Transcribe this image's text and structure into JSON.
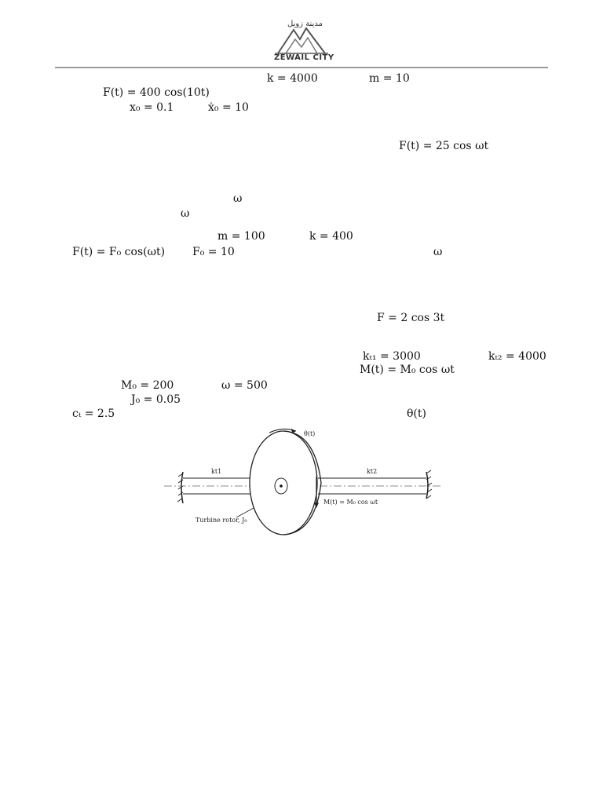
{
  "header": {
    "logo_arabic": "مدينة زويل",
    "logo_text": "ZEWAIL CITY"
  },
  "problem1": {
    "k": "k = 4000",
    "m": "m = 10",
    "force": "F(t) = 400 cos(10t)",
    "x0": "x₀ = 0.1",
    "xdot0": "ẋ₀ = 10"
  },
  "problem2": {
    "force": "F(t) = 25 cos ωt"
  },
  "problem3": {
    "omega_a": "ω",
    "omega_b": "ω",
    "m": "m = 100",
    "k": "k = 400",
    "force": "F(t) = F₀ cos(ωt)",
    "F0": "F₀ = 10",
    "omega_c": "ω"
  },
  "problem4": {
    "force": "F = 2 cos 3t"
  },
  "problem5": {
    "kt1": "kₜ₁ = 3000",
    "kt2": "kₜ₂ = 4000",
    "moment": "M(t) = M₀ cos ωt",
    "M0": "M₀ = 200",
    "omega": "ω = 500",
    "J0": "J₀ = 0.05",
    "ct": "cₜ = 2.5",
    "theta": "θ(t)"
  },
  "figure": {
    "label_theta": "θ(t)",
    "label_kt1": "kt1",
    "label_kt2": "kt2",
    "label_moment": "M(t) = M₀ cos ωt",
    "label_rotor": "Turbine rotor, J₀"
  }
}
